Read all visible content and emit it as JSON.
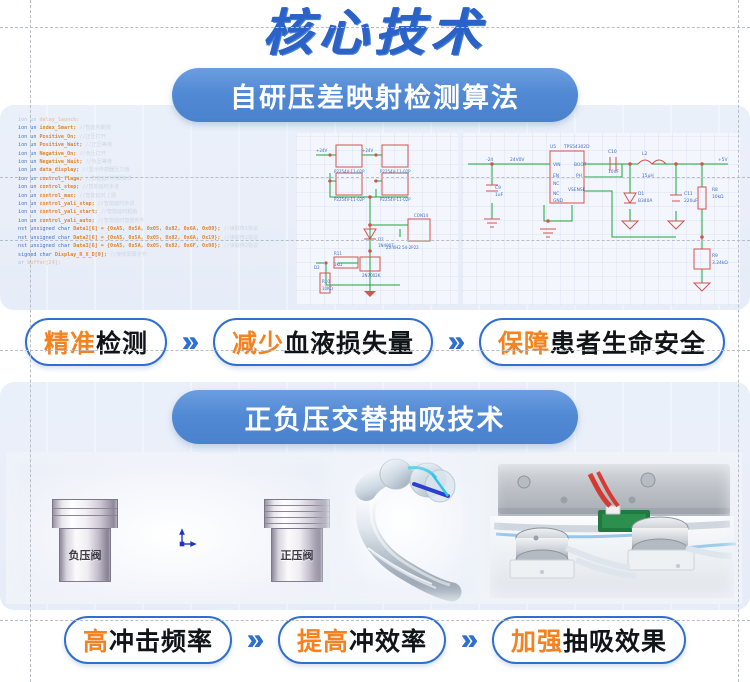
{
  "page": {
    "main_title": "核心技术",
    "accent_blue": "#2f6fd0",
    "accent_orange": "#f58220",
    "banner_blue": "#5189d4",
    "panel_bg": "#e9eef9"
  },
  "section1": {
    "banner_label": "自研压差映射检测算法",
    "code": {
      "lines": [
        {
          "kw": "ion un",
          "id": "delay_launch;",
          "cm": "",
          "fade": true
        },
        {
          "kw": "ion un",
          "id": "index_Smart;",
          "cm": "//智能判断值"
        },
        {
          "kw": "ion un",
          "id": "Positive_On;",
          "cm": "//正压打开"
        },
        {
          "kw": "ion un",
          "id": "Positive_Wait;",
          "cm": "//正压等待"
        },
        {
          "kw": "ion un",
          "id": "Negative_On;",
          "cm": "//负压打开"
        },
        {
          "kw": "ion un",
          "id": "Negative_Wait;",
          "cm": "//负压等待"
        },
        {
          "kw": "ion un",
          "id": "data_display;",
          "cm": "//显示传感器压力值"
        },
        {
          "kw": "ion un",
          "id": "control_flage;",
          "cm": "//智能延时判断条件"
        },
        {
          "kw": "ion un",
          "id": "control_step;",
          "cm": "//智能延时步进"
        },
        {
          "kw": "ion un",
          "id": "control_max;",
          "cm": "//智能延时上限"
        },
        {
          "kw": "ion un",
          "id": "control_yali_step;",
          "cm": "//智能延时步进"
        },
        {
          "kw": "ion un",
          "id": "control_yali_start;",
          "cm": "//智能延时起始"
        },
        {
          "kw": "ion un",
          "id": "control_yali_auto;",
          "cm": "//智能延时智能条件"
        },
        {
          "kw": "nst unsigned char",
          "id": "Data1[6] = {0xA5, 0x5A, 0x05, 0x82, 0x6A, 0x09};",
          "cm": "//读取传1协议"
        },
        {
          "kw": "nst unsigned char",
          "id": "Data2[6] = {0xA5, 0x5A, 0x05, 0x82, 0x6A, 0x19};",
          "cm": "//读取传2协议"
        },
        {
          "kw": "nst unsigned char",
          "id": "Data3[6] = {0xA5, 0x5A, 0x05, 0x82, 0x6F, 0x98};",
          "cm": "//读取传2协议"
        },
        {
          "kw": "signed char",
          "id": "Display_R_X_D[9];",
          "cm": "//接收屏幕字节"
        },
        {
          "kw": "ar",
          "id": "buffer[24];",
          "cm": "",
          "fade": true
        }
      ]
    },
    "schematic_left": {
      "labels": [
        "+24V",
        "+24V",
        "+24V",
        "+24V",
        "P2254V-11-02P",
        "P2254V-11-02P",
        "P2254V-11-02P",
        "P2254V-11-02P",
        "D2",
        "1N4007",
        "CON14",
        "ZX-XH2 54-2P22",
        "R11",
        "1KΩ",
        "R10",
        "10KΩ",
        "D2",
        "2N7002K",
        "Q1",
        "TX7"
      ]
    },
    "schematic_right": {
      "labels": [
        "-24",
        "24V0V",
        "C9",
        "1uF",
        "U5",
        "TPS54302D",
        "VIN",
        "BOOT",
        "EN",
        "PH",
        "NC",
        "VSENSE",
        "NC",
        "GND",
        "C10",
        "10nF",
        "L2",
        "15uH",
        "D1",
        "B340A",
        "C11",
        "220uF",
        "R8",
        "10kΩ",
        "R9",
        "3.24kΩ",
        "+5V"
      ]
    },
    "badges": [
      {
        "hl": "精准",
        "rest": "检测"
      },
      {
        "hl": "减少",
        "rest": "血液损失量"
      },
      {
        "hl": "保障",
        "rest": "患者生命安全"
      }
    ],
    "chevron": "»"
  },
  "section2": {
    "banner_label": "正负压交替抽吸技术",
    "cad": {
      "valve_left_label": "负压阀",
      "valve_right_label": "正压阀"
    },
    "badges": [
      {
        "hl": "高",
        "rest": "冲击频率"
      },
      {
        "hl": "提高",
        "rest": "冲效率"
      },
      {
        "hl": "加强",
        "rest": "抽吸效果"
      }
    ],
    "chevron": "»"
  }
}
